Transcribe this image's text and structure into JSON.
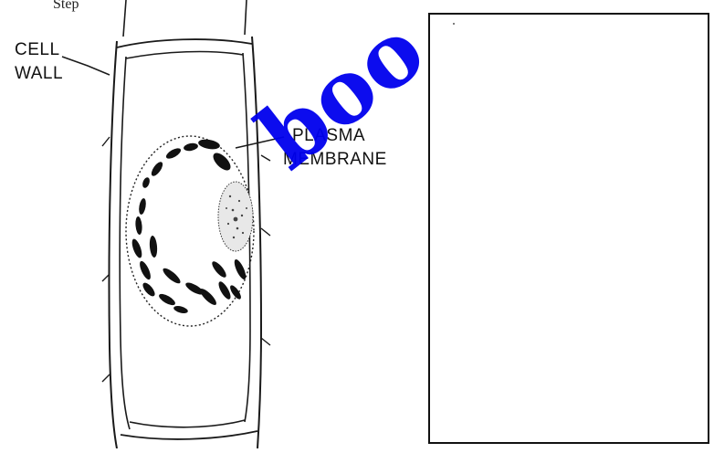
{
  "header_fragment": "Step",
  "labels": {
    "cell_wall_line1": "CELL",
    "cell_wall_line2": "WALL",
    "plasma_line1": "PLASMA",
    "plasma_line2": "MEMBRANE"
  },
  "watermark": "boo",
  "colors": {
    "line": "#1a1a1a",
    "watermark": "#0000ee",
    "background": "#ffffff"
  }
}
